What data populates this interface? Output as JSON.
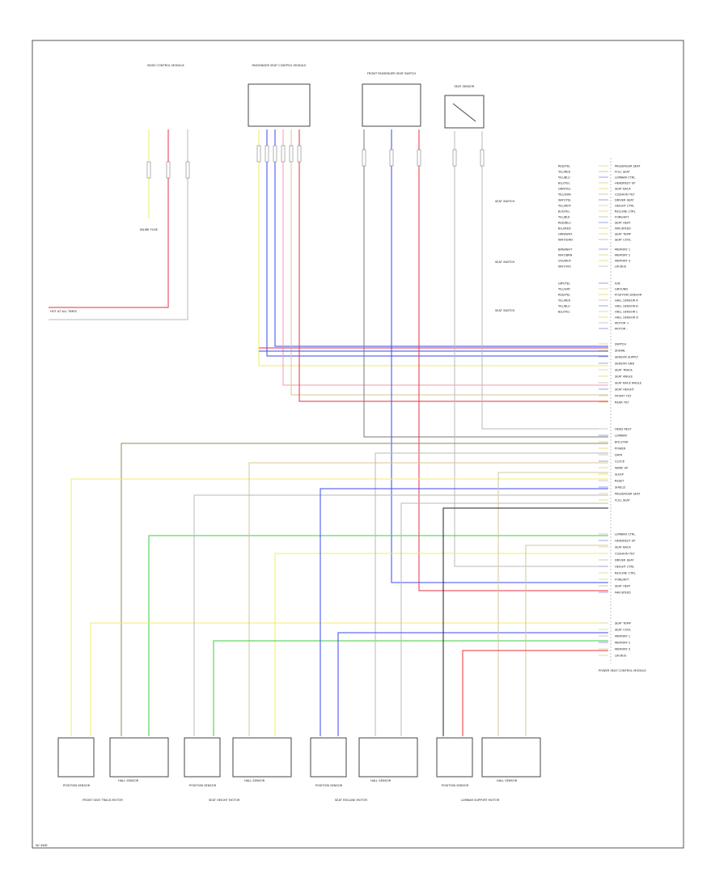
{
  "page_id": "W/ 4WD",
  "pin_labels": [
    "PASSENGER SEAT",
    "FULL SEAT",
    "LUMBAR CTRL",
    "HEADREST UP",
    "SEAT BACK",
    "CUSHION TILT",
    "DRIVER SEAT",
    "HEIGHT CTRL",
    "RECLINE CTRL",
    "FORE/AFT",
    "SEAT HEAT",
    "FAN SPEED",
    "SEAT TEMP",
    "SEAT COOL",
    "MEMORY 1",
    "MEMORY 2",
    "MEMORY 3",
    "LIN BUS",
    "IGN",
    "GROUND",
    "POSITION SENSOR",
    "HALL SENSOR A",
    "HALL SENSOR B",
    "HALL SENSOR C",
    "HALL SENSOR D",
    "MOTOR +",
    "MOTOR -",
    "SWITCH",
    "SIGNAL",
    "SENSOR SUPPLY",
    "SENSOR GND",
    "SEAT TRACK",
    "SEAT ANGLE",
    "SEAT BACK ANGLE",
    "SEAT HEIGHT",
    "FRONT TILT",
    "REAR TILT",
    "HEAD REST",
    "LUMBAR",
    "BOLSTER",
    "POWER",
    "DATA",
    "CLOCK",
    "WAKE UP",
    "SLEEP",
    "RESET",
    "SHIELD"
  ],
  "wire_tags": [
    "RED/YEL",
    "YEL/RED",
    "YEL/BLU",
    "BLU/YEL",
    "GRN/YEL",
    "YEL/GRN",
    "WHT/YEL",
    "YEL/WHT",
    "BLK/YEL",
    "YEL/BLK",
    "RED/BLU",
    "BLU/RED",
    "GRN/WHT",
    "WHT/GRN",
    "BRN/WHT",
    "WHT/BRN",
    "VIO/WHT",
    "WHT/VIO",
    "GRY/YEL",
    "YEL/GRY"
  ],
  "components": {
    "top_a": "BODY CONTROL MODULE",
    "top_b": "PASSENGER SEAT CONTROL MODULE",
    "top_c": "FRONT PASSENGER SEAT SWITCH",
    "top_d": "SEAT SENSOR",
    "top_e": "INLINE FUSE",
    "hot": "HOT AT ALL TIMES",
    "left_sw": "SEAT SWITCH",
    "right_module": "POWER SEAT CONTROL MODULE"
  },
  "motor_groups": [
    {
      "position": "POSITION SENSOR",
      "hall": "HALL SENSOR",
      "title": "FRONT SEAT TRACK MOTOR"
    },
    {
      "position": "POSITION SENSOR",
      "hall": "HALL SENSOR",
      "title": "SEAT HEIGHT MOTOR"
    },
    {
      "position": "POSITION SENSOR",
      "hall": "HALL SENSOR",
      "title": "SEAT RECLINE MOTOR"
    },
    {
      "position": "POSITION SENSOR",
      "hall": "HALL SENSOR",
      "title": "LUMBAR SUPPORT MOTOR"
    }
  ],
  "colors": {
    "red": "#e8323c",
    "yellow": "#eded6a",
    "blue": "#3a4af0",
    "green": "#3ccc3c",
    "tan": "#d4c79a",
    "grey": "#7a7a7a",
    "black": "#222222",
    "lgrey": "#b8b8b8",
    "pink": "#f49ab0",
    "darktan": "#9a8a52"
  }
}
